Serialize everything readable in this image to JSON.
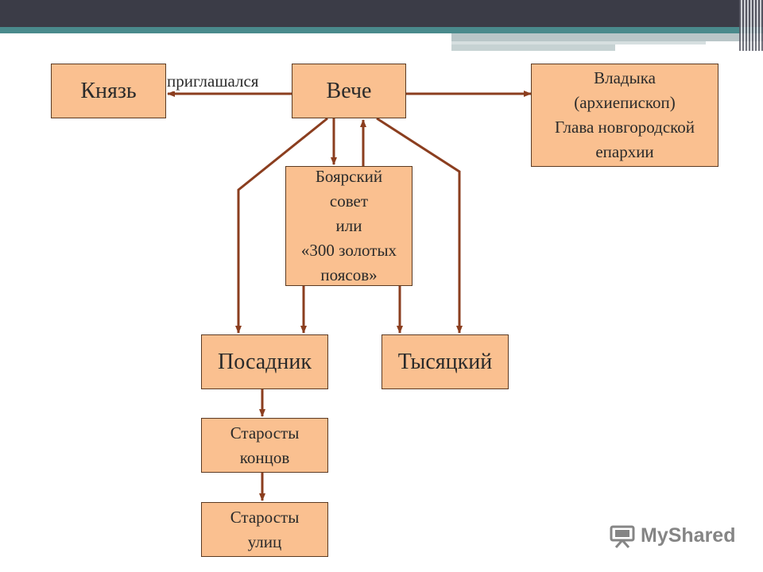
{
  "boxes": {
    "knyaz": "Князь",
    "veche": "Вече",
    "vladyka": "Владыка\n(архиепископ)\nГлава новгородской\nепархии",
    "boyar_council": "Боярский\nсовет\nили\n«300 золотых\nпоясов»",
    "posadnik": "Посадник",
    "tysyatsky": "Тысяцкий",
    "starosty_kontsov": "Старосты\nконцов",
    "starosty_ulits": "Старосты\nулиц"
  },
  "edge_label": "приглашался",
  "logo_text": "MyShared",
  "colors": {
    "box_fill": "#fac090",
    "box_border": "#5b3a22",
    "arrow": "#8b3e1f",
    "top_bar": "#3b3c47",
    "accent": "#4a8a8c"
  }
}
